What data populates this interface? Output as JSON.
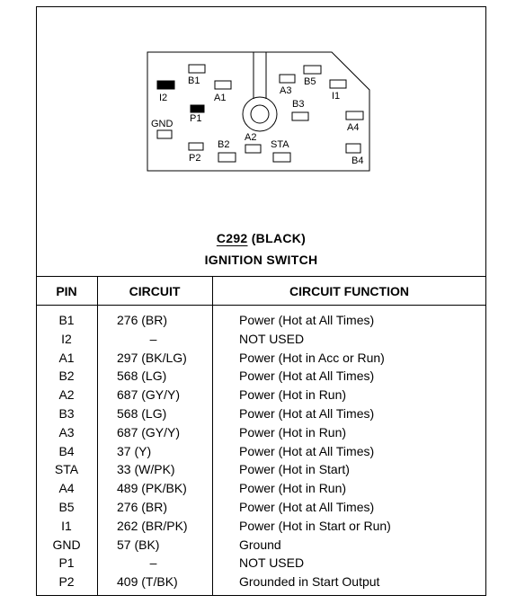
{
  "diagram": {
    "connector_id": "C292",
    "connector_color": "(BLACK)",
    "component_name": "IGNITION SWITCH",
    "pin_labels": {
      "B1": "B1",
      "I2": "I2",
      "A1": "A1",
      "GND": "GND",
      "P1": "P1",
      "A3": "A3",
      "B5": "B5",
      "I1": "I1",
      "B3": "B3",
      "A4": "A4",
      "A2": "A2",
      "B2": "B2",
      "STA": "STA",
      "P2": "P2",
      "B4": "B4"
    }
  },
  "table": {
    "headers": {
      "pin": "PIN",
      "circuit": "CIRCUIT",
      "function": "CIRCUIT FUNCTION"
    },
    "rows": [
      {
        "pin": "B1",
        "circuit": "276 (BR)",
        "function": "Power (Hot at All Times)"
      },
      {
        "pin": "I2",
        "circuit": "–",
        "function": "NOT USED"
      },
      {
        "pin": "A1",
        "circuit": "297 (BK/LG)",
        "function": "Power (Hot in Acc or Run)"
      },
      {
        "pin": "B2",
        "circuit": "568 (LG)",
        "function": "Power (Hot at All Times)"
      },
      {
        "pin": "A2",
        "circuit": "687 (GY/Y)",
        "function": "Power (Hot in Run)"
      },
      {
        "pin": "B3",
        "circuit": "568 (LG)",
        "function": "Power (Hot at All Times)"
      },
      {
        "pin": "A3",
        "circuit": "687 (GY/Y)",
        "function": "Power (Hot in Run)"
      },
      {
        "pin": "B4",
        "circuit": "37 (Y)",
        "function": "Power (Hot at All Times)"
      },
      {
        "pin": "STA",
        "circuit": "33 (W/PK)",
        "function": "Power (Hot in Start)"
      },
      {
        "pin": "A4",
        "circuit": "489 (PK/BK)",
        "function": "Power (Hot in Run)"
      },
      {
        "pin": "B5",
        "circuit": "276 (BR)",
        "function": "Power (Hot at All Times)"
      },
      {
        "pin": "I1",
        "circuit": "262 (BR/PK)",
        "function": "Power (Hot in Start or Run)"
      },
      {
        "pin": "GND",
        "circuit": "57 (BK)",
        "function": "Ground"
      },
      {
        "pin": "P1",
        "circuit": "–",
        "function": "NOT USED"
      },
      {
        "pin": "P2",
        "circuit": "409 (T/BK)",
        "function": "Grounded in Start Output"
      }
    ]
  }
}
